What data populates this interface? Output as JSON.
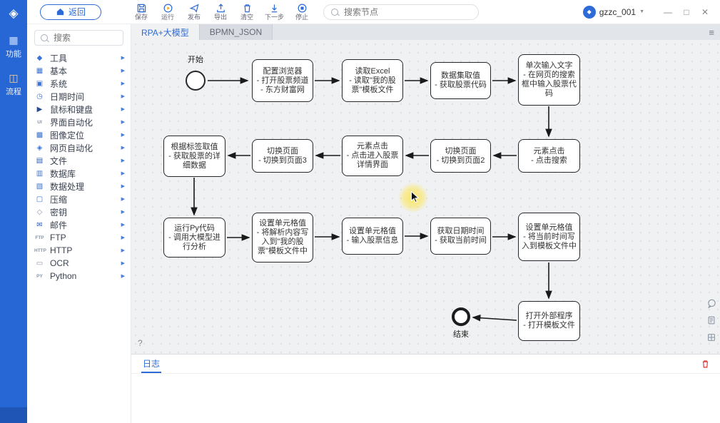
{
  "colors": {
    "accent": "#2e6bd6",
    "rail_blue": "#2767d5",
    "danger": "#e03131",
    "canvas_bg": "#f0f1f2"
  },
  "titlebar": {
    "user": "gzzc_001"
  },
  "window_controls": {
    "minimize": "—",
    "maximize": "□",
    "close": "✕"
  },
  "toolbar": {
    "back_label": "返回",
    "buttons": [
      {
        "label": "保存",
        "icon": "save-icon"
      },
      {
        "label": "运行",
        "icon": "run-icon"
      },
      {
        "label": "发布",
        "icon": "publish-icon"
      },
      {
        "label": "导出",
        "icon": "export-icon"
      },
      {
        "label": "清空",
        "icon": "clear-icon"
      },
      {
        "label": "下一步",
        "icon": "next-step-icon"
      },
      {
        "label": "停止",
        "icon": "stop-icon"
      }
    ],
    "search_placeholder": "搜索节点"
  },
  "nav_rail": {
    "items": [
      {
        "label": "功能",
        "icon": "features-icon"
      },
      {
        "label": "流程",
        "icon": "flow-icon"
      }
    ]
  },
  "sidebar": {
    "search_placeholder": "搜索",
    "categories": [
      {
        "label": "工具",
        "icon": "tools-icon"
      },
      {
        "label": "基本",
        "icon": "basic-icon"
      },
      {
        "label": "系统",
        "icon": "system-icon"
      },
      {
        "label": "日期时间",
        "icon": "datetime-icon"
      },
      {
        "label": "鼠标和键盘",
        "icon": "mouse-keyboard-icon"
      },
      {
        "label": "界面自动化",
        "icon": "ui-automation-icon"
      },
      {
        "label": "图像定位",
        "icon": "image-locate-icon"
      },
      {
        "label": "网页自动化",
        "icon": "web-automation-icon"
      },
      {
        "label": "文件",
        "icon": "file-icon"
      },
      {
        "label": "数据库",
        "icon": "database-icon"
      },
      {
        "label": "数据处理",
        "icon": "data-processing-icon"
      },
      {
        "label": "压缩",
        "icon": "compress-icon"
      },
      {
        "label": "密钥",
        "icon": "key-icon"
      },
      {
        "label": "邮件",
        "icon": "mail-icon"
      },
      {
        "label": "FTP",
        "icon": "ftp-icon"
      },
      {
        "label": "HTTP",
        "icon": "http-icon"
      },
      {
        "label": "OCR",
        "icon": "ocr-icon"
      },
      {
        "label": "Python",
        "icon": "python-icon"
      }
    ]
  },
  "tabs": {
    "items": [
      {
        "label": "RPA+大模型",
        "active": true
      },
      {
        "label": "BPMN_JSON",
        "active": false
      }
    ]
  },
  "canvas": {
    "help_label": "?",
    "start_label": "开始",
    "end_label": "结束",
    "nodes": [
      {
        "id": "n0",
        "title": "配置浏览器",
        "desc": "- 打开股票频道\n- 东方财富网"
      },
      {
        "id": "n1",
        "title": "读取Excel",
        "desc": "- 读取\"我的股票\"模板文件"
      },
      {
        "id": "n2",
        "title": "数据集取值",
        "desc": "- 获取股票代码"
      },
      {
        "id": "n3",
        "title": "单次输入文字",
        "desc": "- 在网页的搜索框中输入股票代码"
      },
      {
        "id": "n4",
        "title": "根据标签取值",
        "desc": "- 获取股票的详细数据"
      },
      {
        "id": "n5",
        "title": "切换页面",
        "desc": "- 切换到页面3"
      },
      {
        "id": "n6",
        "title": "元素点击",
        "desc": "- 点击进入股票详情界面"
      },
      {
        "id": "n7",
        "title": "切换页面",
        "desc": "- 切换到页面2"
      },
      {
        "id": "n8",
        "title": "元素点击",
        "desc": "- 点击搜索"
      },
      {
        "id": "n9",
        "title": "运行Py代码",
        "desc": "- 调用大模型进行分析"
      },
      {
        "id": "n10",
        "title": "设置单元格值",
        "desc": "- 将解析内容写入到\"我的股票\"模板文件中"
      },
      {
        "id": "n11",
        "title": "设置单元格值",
        "desc": "- 输入股票信息"
      },
      {
        "id": "n12",
        "title": "获取日期时间",
        "desc": "- 获取当前时间"
      },
      {
        "id": "n13",
        "title": "设置单元格值",
        "desc": "- 将当前时间写入到模板文件中"
      },
      {
        "id": "n14",
        "title": "打开外部程序",
        "desc": "- 打开模板文件"
      }
    ],
    "edges": [
      [
        "start",
        "n0"
      ],
      [
        "n0",
        "n1"
      ],
      [
        "n1",
        "n2"
      ],
      [
        "n2",
        "n3"
      ],
      [
        "n3",
        "n8"
      ],
      [
        "n8",
        "n7"
      ],
      [
        "n7",
        "n6"
      ],
      [
        "n6",
        "n5"
      ],
      [
        "n5",
        "n4"
      ],
      [
        "n4",
        "n9"
      ],
      [
        "n9",
        "n10"
      ],
      [
        "n10",
        "n11"
      ],
      [
        "n11",
        "n12"
      ],
      [
        "n12",
        "n13"
      ],
      [
        "n13",
        "n14"
      ],
      [
        "n14",
        "end"
      ]
    ]
  },
  "log_panel": {
    "tab_label": "日志"
  }
}
